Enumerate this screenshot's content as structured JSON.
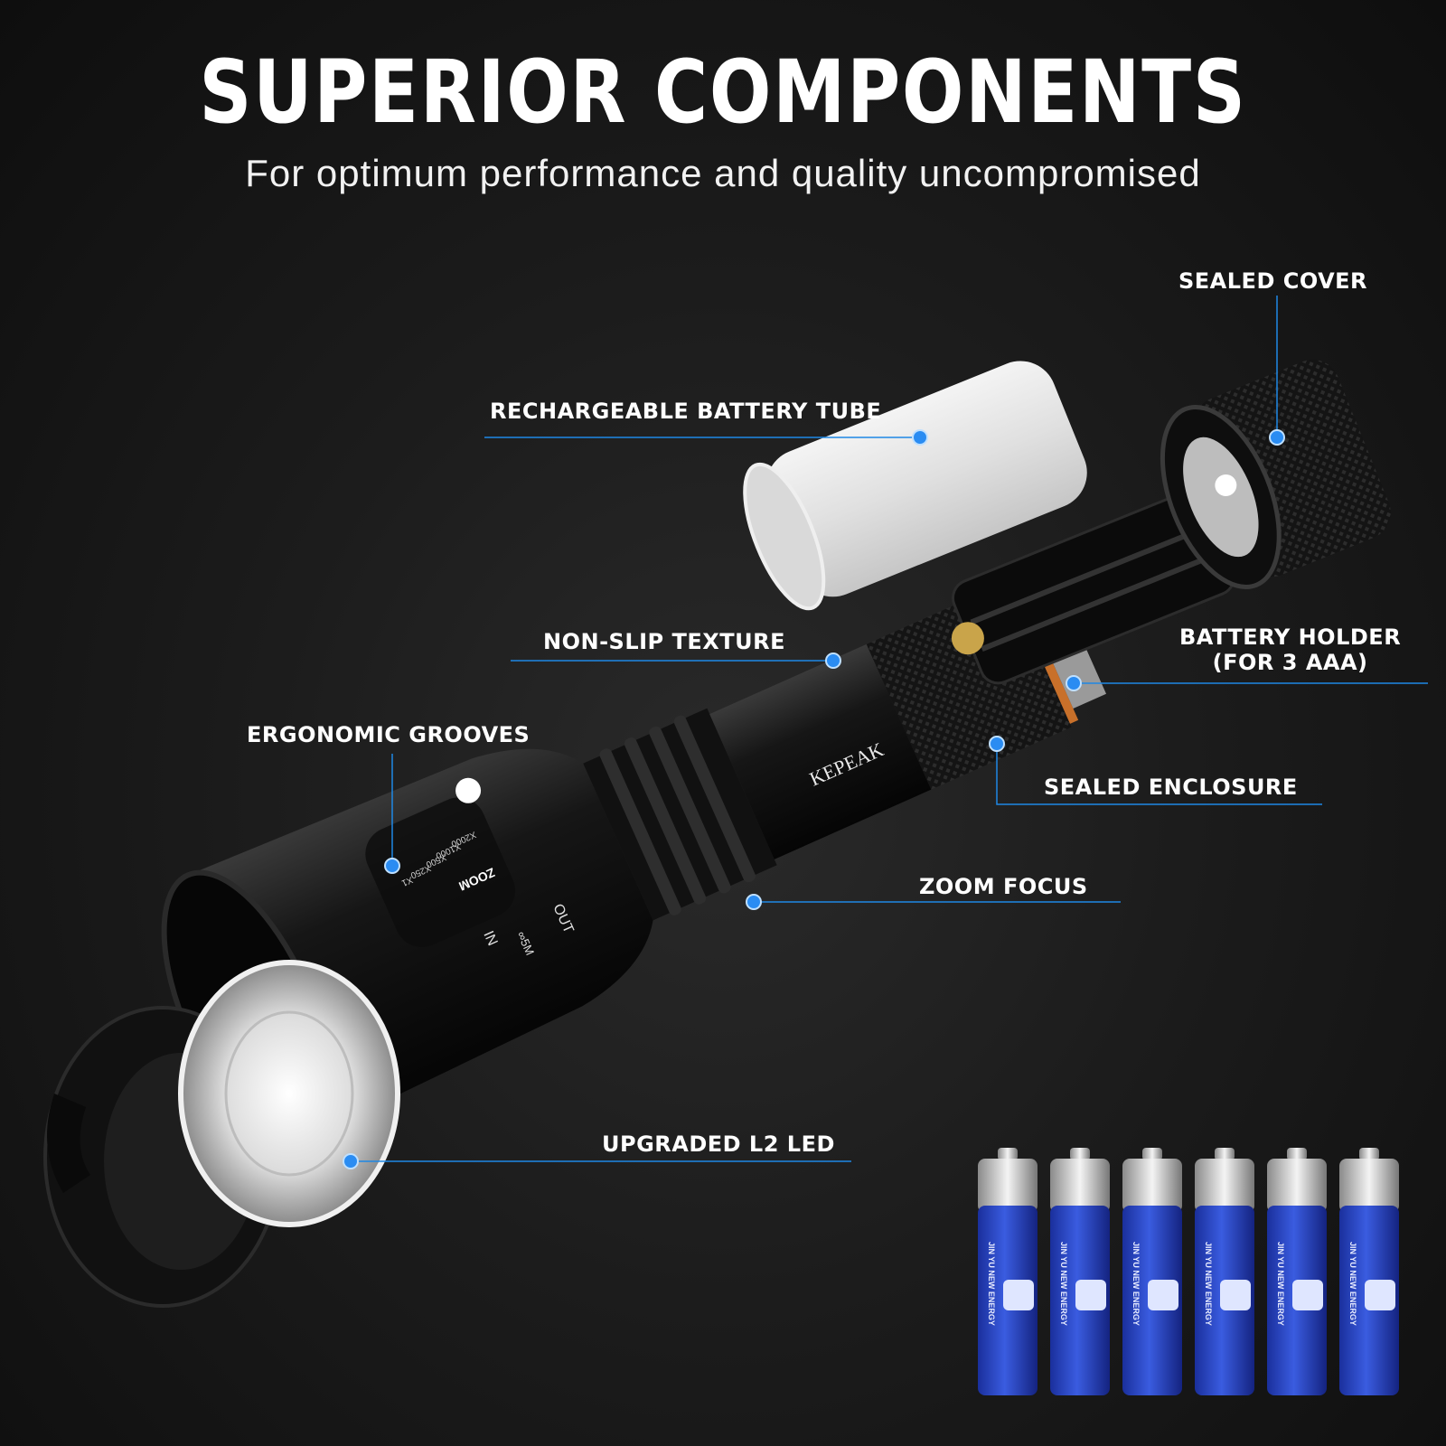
{
  "header": {
    "title": "SUPERIOR COMPONENTS",
    "subtitle": "For optimum performance and quality uncompromised"
  },
  "callouts": {
    "sealed_cover": "SEALED COVER",
    "battery_tube": "RECHARGEABLE BATTERY TUBE",
    "non_slip": "NON-SLIP TEXTURE",
    "battery_holder": "BATTERY HOLDER\n(FOR 3 AAA)",
    "ergonomic": "ERGONOMIC GROOVES",
    "sealed_enclosure": "SEALED ENCLOSURE",
    "zoom_focus": "ZOOM FOCUS",
    "led": "UPGRADED  L2 LED"
  },
  "product": {
    "brand": "KEPEAK",
    "zoom_marks": [
      "X1",
      "X250",
      "X500",
      "X1000",
      "X2000"
    ],
    "zoom_word": "ZOOM",
    "focus_out": "OUT",
    "focus_in": "IN",
    "range": "∞5M"
  },
  "batteries": {
    "count": 6,
    "label": "JIN YU NEW ENERGY"
  },
  "colors": {
    "accent": "#1e88e5",
    "battery_blue": "#1f3fbf",
    "background": "#1c1c1c"
  }
}
